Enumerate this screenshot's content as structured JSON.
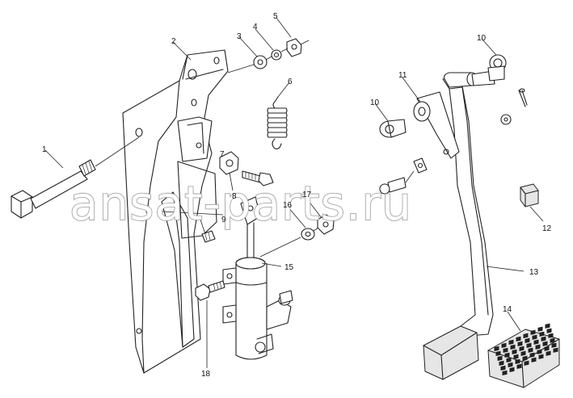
{
  "diagram": {
    "watermark": "ansat-parts.ru",
    "callouts": [
      {
        "id": "c1",
        "label": "1"
      },
      {
        "id": "c2",
        "label": "2"
      },
      {
        "id": "c3",
        "label": "3"
      },
      {
        "id": "c4",
        "label": "4"
      },
      {
        "id": "c5",
        "label": "5"
      },
      {
        "id": "c6",
        "label": "6"
      },
      {
        "id": "c7",
        "label": "7"
      },
      {
        "id": "c8",
        "label": "8"
      },
      {
        "id": "c9",
        "label": "9"
      },
      {
        "id": "c10a",
        "label": "10"
      },
      {
        "id": "c10b",
        "label": "10"
      },
      {
        "id": "c11",
        "label": "11"
      },
      {
        "id": "c12",
        "label": "12"
      },
      {
        "id": "c13",
        "label": "13"
      },
      {
        "id": "c14",
        "label": "14"
      },
      {
        "id": "c15",
        "label": "15"
      },
      {
        "id": "c16",
        "label": "16"
      },
      {
        "id": "c17",
        "label": "17"
      },
      {
        "id": "c18",
        "label": "18"
      }
    ]
  }
}
